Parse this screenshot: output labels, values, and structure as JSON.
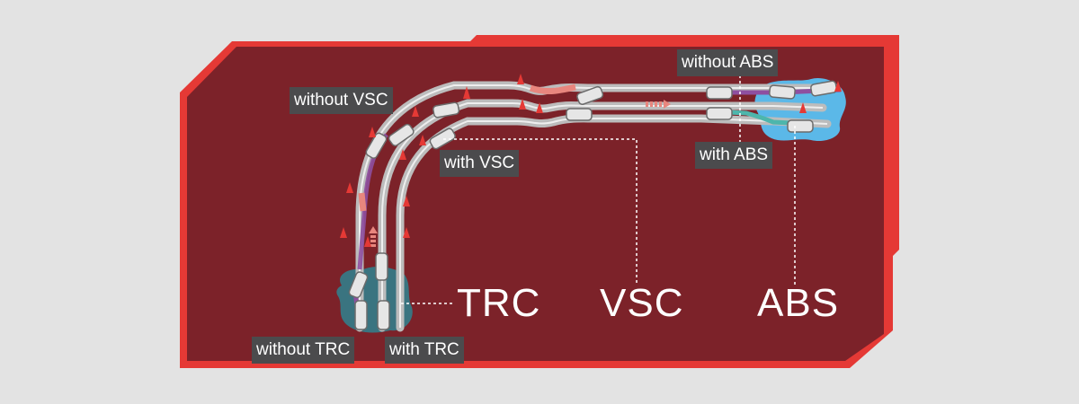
{
  "colors": {
    "background": "#e3e3e3",
    "frame": "#e53935",
    "panel": "#7c2229",
    "road": "#c9c9c9",
    "water": "#5bb8e8",
    "mud": "#3a7480",
    "label_bg": "#4b4b4d",
    "path_without": "#8e4fa0",
    "path_with": "#4db6ac",
    "skid": "#e8867e",
    "cone": "#e53935",
    "guide": "#ffffff"
  },
  "systems": {
    "trc": "TRC",
    "vsc": "VSC",
    "abs": "ABS"
  },
  "labels": {
    "without_vsc": "without VSC",
    "with_vsc": "with VSC",
    "without_abs": "without ABS",
    "with_abs": "with ABS",
    "without_trc": "without TRC",
    "with_trc": "with TRC"
  }
}
